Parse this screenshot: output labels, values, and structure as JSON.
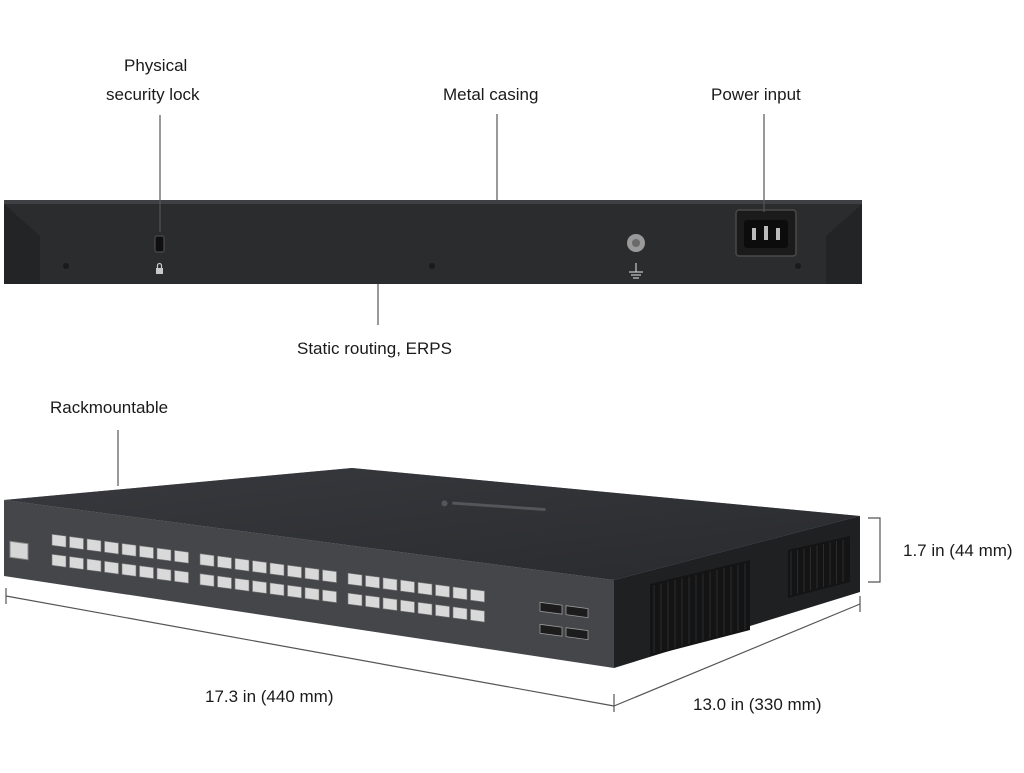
{
  "callouts": {
    "security_lock_line1": "Physical",
    "security_lock_line2": "security lock",
    "metal_casing": "Metal casing",
    "power_input": "Power input",
    "static_routing": "Static routing, ERPS",
    "rackmountable": "Rackmountable"
  },
  "dimensions": {
    "height": "1.7 in (44 mm)",
    "width": "17.3 in (440 mm)",
    "depth": "13.0 in (330 mm)"
  },
  "switch_front": {
    "rj45_port_count": 48,
    "sfp_slot_count": 4,
    "console_port_count": 1
  },
  "colors": {
    "chassis": "#2b2c2e",
    "chassis_top": "#3a3b3d",
    "front_panel": "#4a4b4e",
    "port": "#d9d9d9",
    "leader_line": "#555555"
  }
}
